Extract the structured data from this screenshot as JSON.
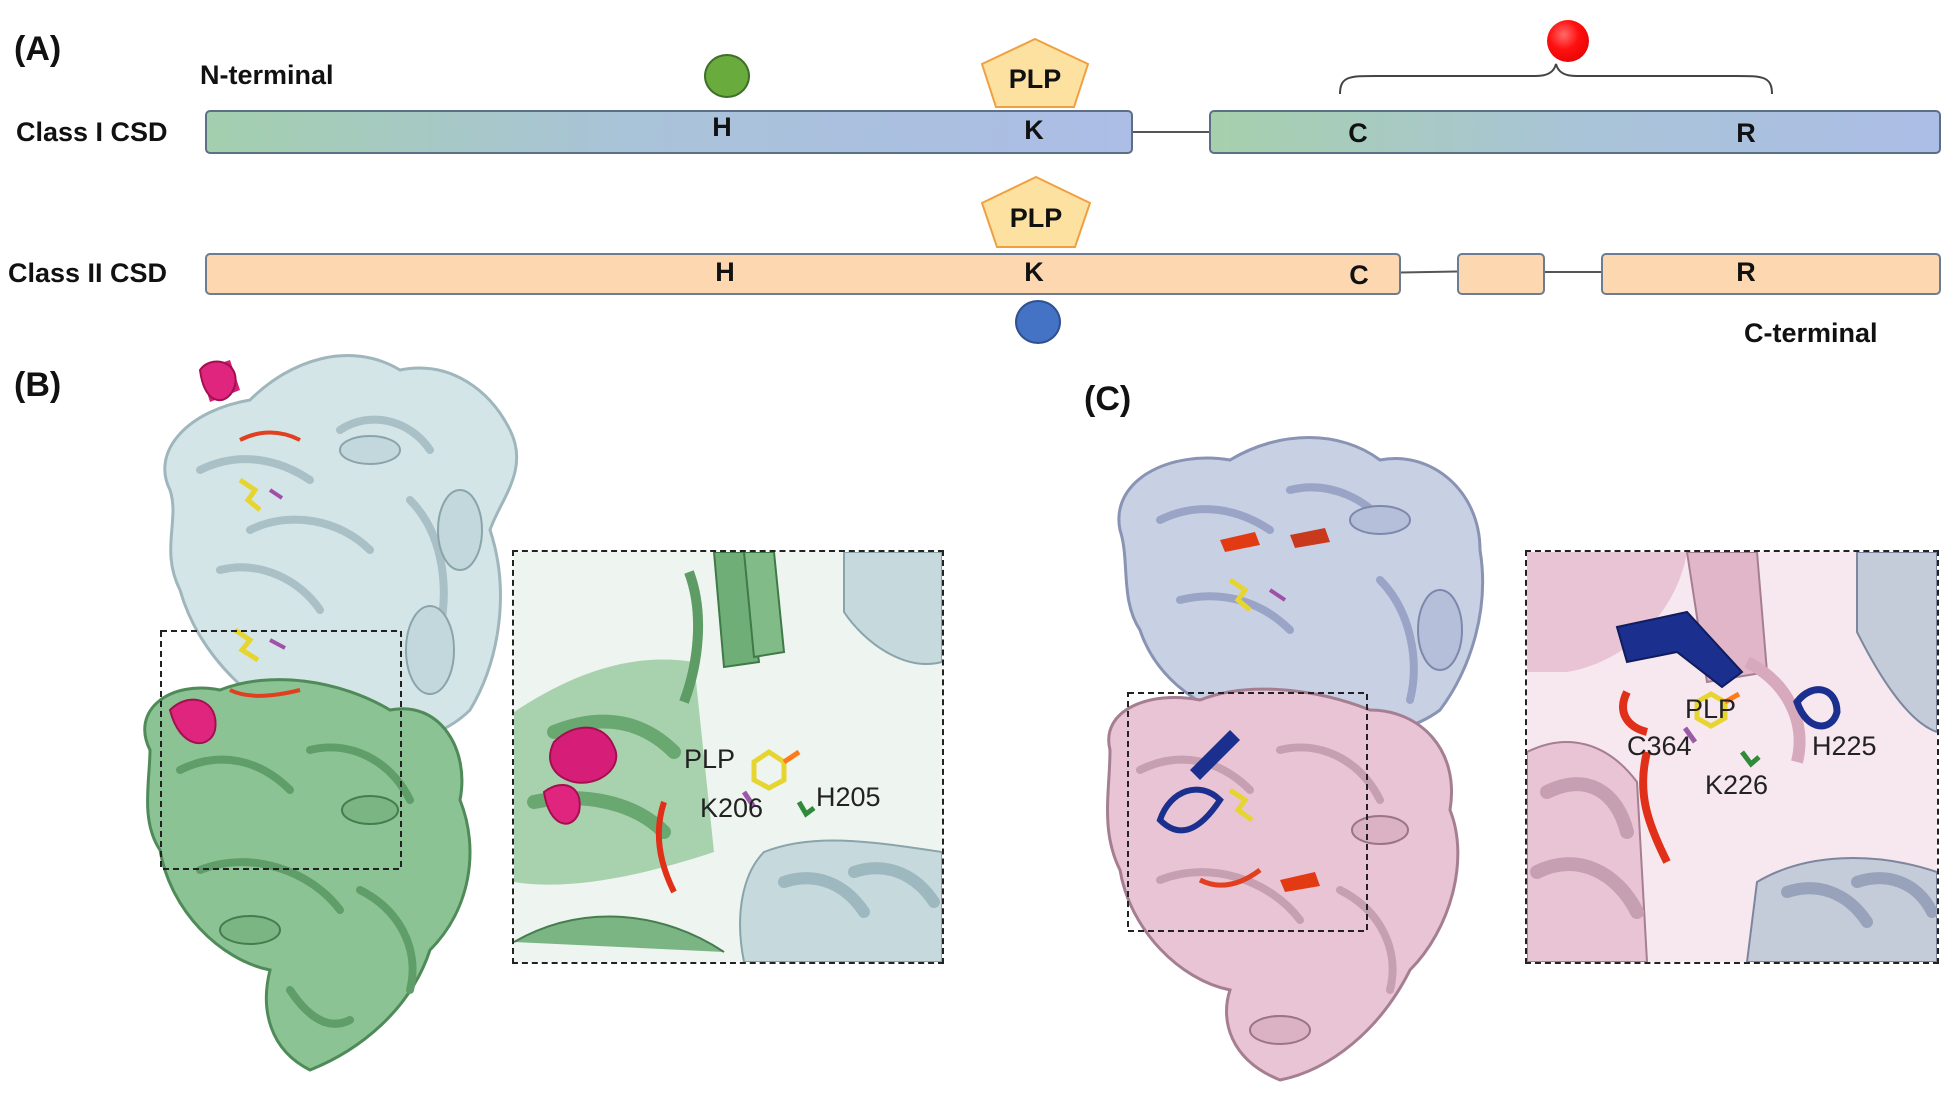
{
  "panels": {
    "a": "(A)",
    "b": "(B)",
    "c": "(C)"
  },
  "diagram": {
    "n_terminal": "N-terminal",
    "c_terminal": "C-terminal",
    "class1": {
      "label": "Class I CSD",
      "residues": [
        "H",
        "K",
        "C",
        "R"
      ],
      "plp": "PLP"
    },
    "class2": {
      "label": "Class II CSD",
      "residues": [
        "H",
        "K",
        "C",
        "R"
      ],
      "plp": "PLP"
    }
  },
  "structure_b": {
    "labels": [
      "PLP",
      "K206",
      "H205"
    ]
  },
  "structure_c": {
    "labels": [
      "PLP",
      "C364",
      "K226",
      "H225"
    ]
  },
  "colors": {
    "class1_green": "#a3cfae",
    "class1_blue": "#acbde6",
    "class2_orange": "#fdd7b0",
    "plp_fill": "#fde1a0",
    "green_dot": "#6aab3d",
    "blue_dot": "#4472c4",
    "red_dot": "#ff1010"
  }
}
